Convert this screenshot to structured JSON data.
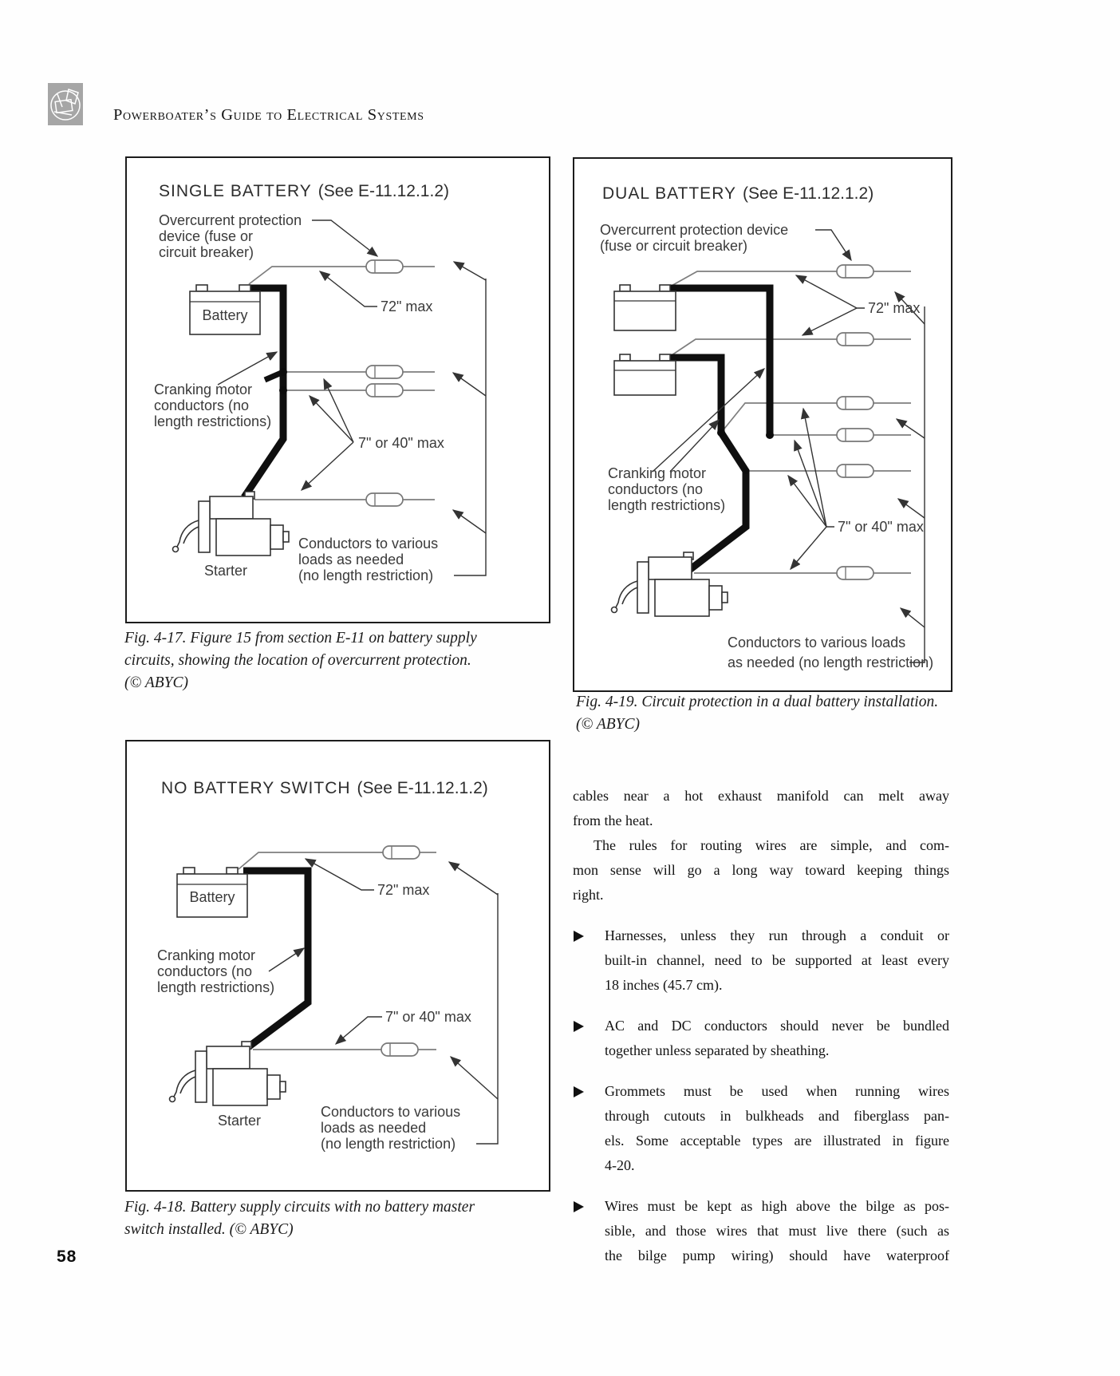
{
  "header": {
    "title": "Powerboater’s Guide to Electrical Systems"
  },
  "page_number": "58",
  "fig17": {
    "title": "SINGLE BATTERY",
    "ref": "(See E-11.12.1.2)",
    "labels": {
      "ocp": [
        "Overcurrent protection",
        "device (fuse or",
        "circuit breaker)"
      ],
      "battery": "Battery",
      "max72": "72\" max",
      "cranking": [
        "Cranking motor",
        "conductors (no",
        "length restrictions)"
      ],
      "max740": "7\" or 40\" max",
      "starter": "Starter",
      "loads": [
        "Conductors to various",
        "loads as needed",
        "(no length restriction)"
      ]
    },
    "caption": [
      "Fig. 4-17. Figure 15 from section E-11 on battery supply",
      "circuits, showing the location of overcurrent protection.",
      "(© ABYC)"
    ]
  },
  "fig19": {
    "title": "DUAL BATTERY",
    "ref": "(See E-11.12.1.2)",
    "labels": {
      "ocp": [
        "Overcurrent protection device",
        "(fuse or circuit breaker)"
      ],
      "max72": "72\" max",
      "cranking": [
        "Cranking motor",
        "conductors (no",
        "length restrictions)"
      ],
      "max740": "7\" or 40\" max",
      "loads": [
        "Conductors to various loads",
        "as needed (no length restriction)"
      ]
    },
    "caption": [
      "Fig. 4-19. Circuit protection in a dual battery installation.",
      "(© ABYC)"
    ]
  },
  "fig18": {
    "title": "NO BATTERY SWITCH",
    "ref": "(See E-11.12.1.2)",
    "labels": {
      "battery": "Battery",
      "max72": "72\" max",
      "cranking": [
        "Cranking motor",
        "conductors (no",
        "length restrictions)"
      ],
      "max740": "7\" or 40\" max",
      "starter": "Starter",
      "loads": [
        "Conductors to various",
        "loads as needed",
        "(no length restriction)"
      ]
    },
    "caption": [
      "Fig. 4-18. Battery supply circuits with no battery master",
      "switch installed. (© ABYC)"
    ]
  },
  "body": {
    "p1": [
      "cables near a hot exhaust manifold can melt away",
      "from the heat."
    ],
    "p2": [
      "The rules for routing wires are simple, and com-",
      "mon sense will go a long way toward keeping things",
      "right."
    ],
    "bullets": [
      {
        "lines": [
          "Harnesses, unless they run through a conduit or",
          "built-in channel, need to be supported at least every",
          "18 inches (45.7 cm)."
        ]
      },
      {
        "lines": [
          "AC and DC conductors should never be bundled",
          "together unless separated by sheathing."
        ]
      },
      {
        "lines": [
          "Grommets must be used when running wires",
          "through cutouts in bulkheads and fiberglass pan-",
          "els. Some acceptable types are illustrated in figure",
          "4-20."
        ]
      },
      {
        "lines": [
          "Wires must be kept as high above the bilge as pos-",
          "sible, and those wires that must live there (such as",
          "the bilge pump wiring) should have waterproof"
        ]
      }
    ]
  },
  "icons": {
    "bullet_marker": "right-triangle",
    "chapter_logo": "toolbox-sketch"
  }
}
